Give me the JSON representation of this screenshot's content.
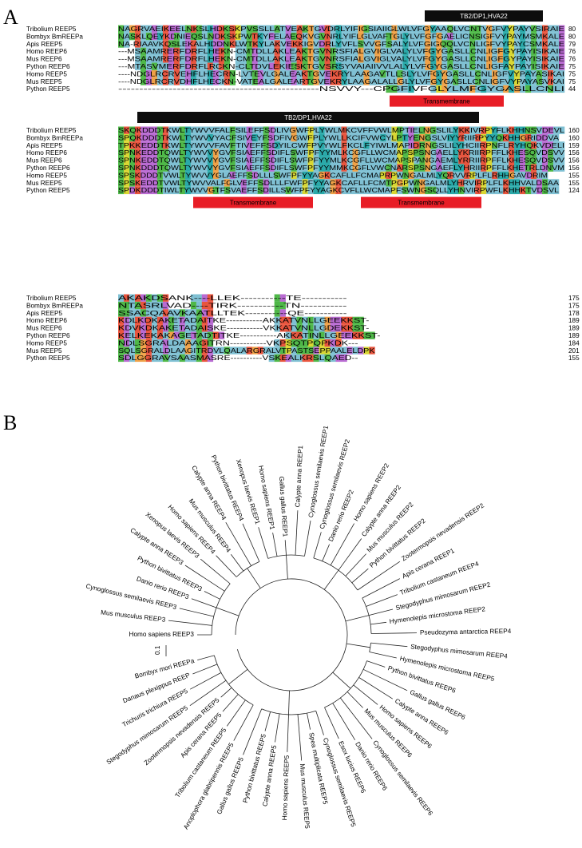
{
  "panel_a": {
    "letter": "A",
    "blocks": [
      {
        "sequences": [
          {
            "name": "Tribolium REEP5",
            "residues": "NAGRVAEIKEELNKSLHDKSKPVSSLLATVEAKTGVDRLYIFIGSIAIIGLWLVFGYAAQLVCNTVGFVYPAYVSIRAIE",
            "end": "80"
          },
          {
            "name": "Bombyx BmREEPa",
            "residues": "NASKLQEYKDNIEQSLNDKSKPWTKYFELAEQKVGVNRLYIFLGLVAFTGLYLVFGFGAELICNSIGFVYPAYMSMKALE",
            "end": "80"
          },
          {
            "name": "Apis REEP5",
            "residues": "NA-RIAAVKQSLEKALHDDNKLWTKYLAKVEKKIGVDRLYVFLSVVGFSALYLVFGIGQQLVCNLIGFVYPAYCSMKALE",
            "end": "79"
          },
          {
            "name": "Homo REEP6",
            "residues": "---MSAAMRERFDRFLHEKN-CMTDLLAKLEAKTGVNRSFIALGVIGLVALYLVFGYGASLLCNLIGFGYPAYISIKAIE",
            "end": "76"
          },
          {
            "name": "Mus REEP6",
            "residues": "---MSAAMRERFDRFLHEKN-CMTDLLAKLEAKTGVNRSFIALGVIGLVALYLVFGYGASLLCNLIGFGYPAYISIKAIE",
            "end": "76"
          },
          {
            "name": "Python REEP6",
            "residues": "---MTASVMERFDRFLRCKN-CLTDVLEKIESKTGVSRSYVAIAIIVVLALYLVFGYGASLLCNLIGFAYPAYISIKAIE",
            "end": "75"
          },
          {
            "name": "Homo REEP5",
            "residues": "----NDGLRCRVEHFLHECRN-LVTEVLGALEAKTGVEKRYLAAGAVTLLSLYLVFGYGASLLCNLIGFVYPAYASIKAIE",
            "end": "75"
          },
          {
            "name": "Mus REEP5",
            "residues": "----NDGLRCRVDHFLHECKN-VATEALGALEARTGVEKRYLAAGALALLGLYLVFGYGASLLCNLIGFVYPAYASVKAIE",
            "end": "75"
          },
          {
            "name": "Python REEP5",
            "residues": "------------------------------------------------NSVVY---CPGFIVFGLYLMFGYGASLLCNLIGFVYPAYVSIKAIE",
            "end": "44"
          }
        ],
        "domain_bar": {
          "label": "TB2/DP1,HVA22"
        },
        "tm_bars": [
          {
            "label": "Transmembrane"
          }
        ]
      },
      {
        "sequences": [
          {
            "name": "Tribolium REEP5",
            "residues": "SKQKDDDTKWLTYWVVFALFSILEFFSDLIVGWFPLYWLMKCVFFVWLMPTIELNGSLILYKKIVRPYFLKHHNSVDEVL",
            "end": "160"
          },
          {
            "name": "Bombyx BmREEPa",
            "residues": "SPQKDDDTKWLTYWVVYACFSIVEYFSDFIVGWFPLYWLLKCIFVWCYLPTYENGSLVIYYRIIRPYYQKHHGRIDDVA",
            "end": "160"
          },
          {
            "name": "Apis REEP5",
            "residues": "TPKKEDDTKWLTYWVVFAVFTIVEFFSDYILCWFPVYWLFKCLFYIWLMAPIDRNGSLILYHCIIRPNFLRYHQKVDELI",
            "end": "159"
          },
          {
            "name": "Homo REEP6",
            "residues": "SPNKEDDTQWLTYWVVYGVFSIAEFFSDIFLSWFPFYYMLKCGFLLWCMAPSPSNGAELLYKRIIRPFFLKHESQVDSVV",
            "end": "156"
          },
          {
            "name": "Mus REEP6",
            "residues": "SPNKEDDTQWLTYWVVYGVFSIAEFFSDIFLSWFPFYYMLKCGFLLWCMAPSPANGAEMLYRRIIRPFFLKHESQVDSVV",
            "end": "156"
          },
          {
            "name": "Python REEP6",
            "residues": "SPNKDDDTQWLTYWVVYGVFSIAEFFSDIFLSWFPFYYMMKCGFLVWCNARSPSNGAEFLYHRIIRPFFLKHETRLDNVM",
            "end": "156"
          },
          {
            "name": "Homo REEP5",
            "residues": "SPSKDDDTVWLTYWVVYGLAEFFSDLLLSWFPFYYAGKCAFLLFCMAPRPWNGALMLYQRVVRPLFLRHHGAVDRIM",
            "end": "155"
          },
          {
            "name": "Mus REEP5",
            "residues": "SPSKEDDTVWLTYWVVALFGLVEFFSDLLLFWFPFYYAGKCAFLLFCMTPGPWNGALMLYHRVIRPLFLKHHVALDSAA",
            "end": "155"
          },
          {
            "name": "Python REEP5",
            "residues": "SPDKDDDTIWLTYWVVGTFSVAEFFSDILLSWFPFYYAGKCVFLLWCMAPFSWNGSQLLYHNVIRPWFLKHHKTVDSVL",
            "end": "124"
          }
        ],
        "domain_bar": {
          "label": "TB2/DP1,HVA22"
        },
        "tm_bars": [
          {
            "label": "Transmembrane"
          },
          {
            "label": "Transmembrane"
          }
        ]
      },
      {
        "sequences": [
          {
            "name": "Tribolium REEP5",
            "residues": "AKAKDSANK----LLEK-----------TE-----------",
            "end": "175"
          },
          {
            "name": "Bombyx BmREEPa",
            "residues": "NTASRLVAD----TIRK-----------TN-----------",
            "end": "175"
          },
          {
            "name": "Apis REEP5",
            "residues": "SSACQAAVKAATLLTEK-----------QE-----------",
            "end": "178"
          },
          {
            "name": "Homo REEP6",
            "residues": "KDLKDKAKETADAITKE-----------AKKATVNLLGEEKKST-",
            "end": "189"
          },
          {
            "name": "Mus REEP6",
            "residues": "KDVKDKAKETADAISKE-----------VKKATVNLLGDEKKST-",
            "end": "189"
          },
          {
            "name": "Python REEP6",
            "residues": "KELKEKAKAGETADTITKE-----------AKKATINLLGEEKKST-",
            "end": "189"
          },
          {
            "name": "Homo REEP5",
            "residues": "NDLSGRALDAAAGITRN-----------VKPSQTPQPKDK---",
            "end": "184"
          },
          {
            "name": "Mus REEP5",
            "residues": "SQLSGRALDLAAGITRDVLQALARGRALVTPASTSEPPAALELDPK",
            "end": "201"
          },
          {
            "name": "Python REEP5",
            "residues": "SDLGGRAVSAASMASRE----------VSKEALKRSLQAED--",
            "end": "155"
          }
        ]
      }
    ]
  },
  "panel_b": {
    "letter": "B",
    "scale_label": "0.1",
    "leaves": [
      "Homo sapiens REEP3",
      "Mus musculus REEP3",
      "Cynoglossus semilaevis REEP3",
      "Danio rerio REEP3",
      "Python bivittatus REEP3",
      "Calypte anna REEP3",
      "Xenopus laevis REEP3",
      "Homo sapiens REEP4",
      "Mus musculus REEP4",
      "Calypte anna REEP4",
      "Python bivittatus REEP4",
      "Xenopus laevis REEP1",
      "Homo sapiens REEP1",
      "Gallus gallus REEP1",
      "Calypte anna REEP1",
      "Cynoglossus semilaevis REEP1",
      "Cynoglossus semilaevis REEP2",
      "Danio rerio REEP2",
      "Homo sapiens REEP2",
      "Calypte anna REEP2",
      "Mus musculus REEP2",
      "Python bivittatus REEP2",
      "Zootermopsis nevadensis REEP2",
      "Apis cerana REEP1",
      "Tribolium castaneum REEP4",
      "Stegodyphus mimosarum REEP2",
      "Hymenolepis microstoma REEP2",
      "Pseudozyma antarctica REEP4",
      "Stegodyphus mimosarum REEP4",
      "Hymenolepis microstoma REEP5",
      "Python bivittatus REEP6",
      "Gallus gallus REEP6",
      "Calypte anna REEP6",
      "Homo sapiens REEP6",
      "Mus musculus REEP6",
      "Cynoglossus semilaevis REEP6",
      "Danio rerio REEP6",
      "Esox lucius REEP6",
      "Cynoglossus semilaevis REEP5",
      "Spea multiplicata REEP5",
      "Mus musculus REEP5",
      "Homo sapiens REEP5",
      "Calypte anna REEP5",
      "Python bivittatus REEP5",
      "Gallus gallus REEP5",
      "Anoplophora glabripennis REEP5",
      "Tribolium castaneum REEP5",
      "Apis cerana REEP5",
      "Zootermopsis nevadensis REEP5",
      "Stegodyphus mimosarum REEP5",
      "Trichuris trichiura REEP5",
      "Danaus plexippus REEP",
      "Bombyx mori REEPa"
    ]
  }
}
